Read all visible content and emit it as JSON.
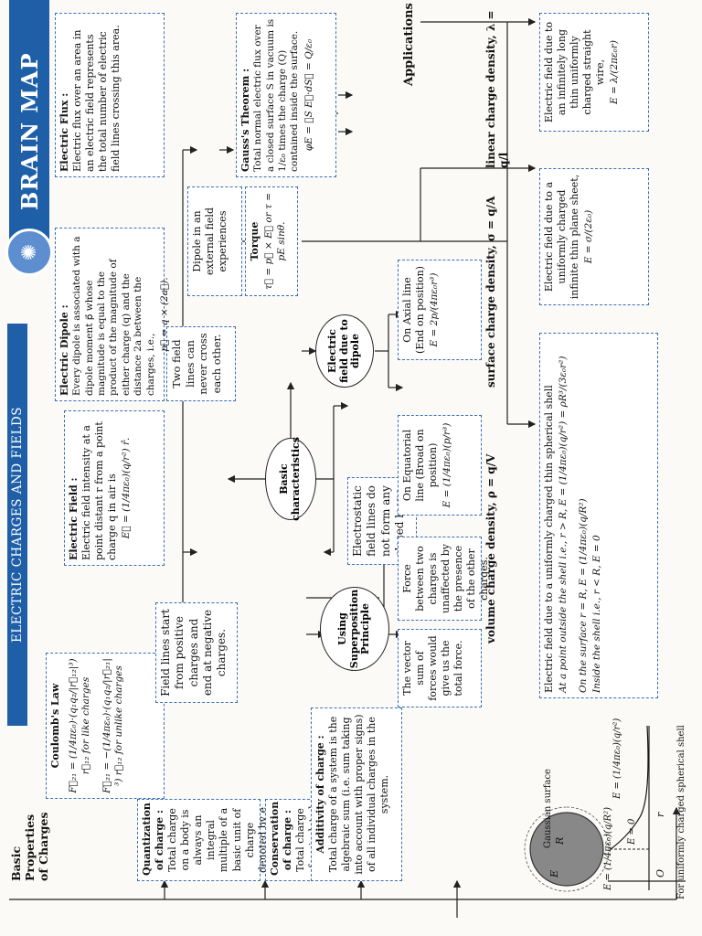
{
  "header": {
    "brand": "BRAIN MAP",
    "brand_icon": "brain-icon",
    "chapter": "ELECTRIC CHARGES AND FIELDS"
  },
  "nodes": {
    "basic_properties": "Basic Properties of Charges",
    "coulomb_title": "Coulomb's Law",
    "coulomb_like": "F⃗₂₁ = (1/4πε₀)·(q₁q₂/|r⃗₁₂|³) r⃗₁₂  for like charges",
    "coulomb_unlike": "F⃗₂₁ = −(1/4πε₀)·(q₁q₂/|r⃗₂₁|³) r⃗₁₂  for unlike charges",
    "quantization_title": "Quantization of charge :",
    "quantization_text": "Total charge on a body is always an integral multiple of a basic unit of charge denoted by e and is given by q = ± ne",
    "conservation_title": "Conservation of charge :",
    "conservation_text": "Total charge of an isolated system remains unchanged with time.",
    "additivity_title": "Additivity of charge :",
    "additivity_text": "Total charge of a system is the algebraic sum (i.e. sum taking into account with proper signs) of all individual charges in the system.",
    "field_lines_start": "Field lines start from positive charges and end at negative charges.",
    "electric_field_title": "Electric Field :",
    "electric_field_text": "Electric field intensity at a point distant r from a point charge q in air is",
    "electric_field_formula": "E⃗ = (1/4πε₀)(q/r²) r̂.",
    "basic_characteristics": "Basic characteristics",
    "closed_loops": "Electrostatic field lines do not form any closed loops.",
    "never_cross": "Two field lines can never cross each other.",
    "using_superposition": "Using Superposition Principle",
    "vector_sum": "The vector sum of forces would give us the total force.",
    "force_unaffected": "Force between two charges is unaffected by the presence of the other charges.",
    "electric_dipole_title": "Electric Dipole :",
    "electric_dipole_text": "Every dipole is associated with a dipole moment p⃗ whose magnitude is equal to the product of the magnitude of either charge (q) and the distance 2a between the charges, i.e.,",
    "electric_dipole_formula": "p⃗ = q × (2a⃗).",
    "field_due_to_dipole": "Electric field due to dipole",
    "equatorial_title": "On Equatorial line (Broad on position)",
    "equatorial_formula": "E = (1/4πε₀)(p/r³)",
    "axial_title": "On Axial line (End on position)",
    "axial_formula": "E = 2p/(4πε₀r³)",
    "dipole_external": "Dipole in an external field experiences",
    "torque_title": "Torque",
    "torque_formula": "τ⃗ = p⃗ × E⃗ or τ = pE sinθ.",
    "electric_flux_title": "Electric Flux :",
    "electric_flux_text": "Electric flux over an area in an electric field represents the total number of electric field lines crossing this area.",
    "gauss_title": "Gauss's Theorem :",
    "gauss_text": "Total normal electric flux over a closed surface S in vacuum is 1/ε₀ times the charge (Q) contained inside the surface.",
    "gauss_formula": "φE = ∮S E⃗·dS⃗ = Q/ε₀",
    "applications": "Applications",
    "linear_density": "linear charge density, λ = q/l",
    "surface_density": "surface charge density, σ = q/A",
    "volume_density": "volume charge density, ρ = q/V",
    "wire_field_text": "Electric field due to an infinitely long thin uniformly charged straight wire,",
    "wire_field_formula": "E = λ/(2πε₀r)",
    "sheet_field_text": "Electric field due to a uniformly charged infinite thin plane sheet,",
    "sheet_field_formula": "E = σ/(2ε₀)",
    "shell_title": "Electric field due to a uniformly charged thin spherical shell",
    "shell_outside": "At a point outside the shell i.e., r > R, E = (1/4πε₀)(q/r²) = ρR³/(3ε₀r²)",
    "shell_surface": "On the surface r = R, E = (1/4πε₀)(q/R²)",
    "shell_inside": "Inside the shell i.e., r < R, E = 0"
  },
  "graph": {
    "gaussian_surface": "Gaussian surface",
    "label_R": "R",
    "label_E": "E",
    "label_O": "O",
    "label_r": "r",
    "e_surface": "E = (1/4πε₀)(q/R²)",
    "e_outside": "E = (1/4πε₀)(q/r²)",
    "e_zero": "E = 0",
    "caption": "For uniformly charged spherical shell",
    "plus_sign": "+"
  },
  "colors": {
    "accent": "#1f5fa8",
    "box_border": "#3a6fb3",
    "line": "#222222"
  }
}
